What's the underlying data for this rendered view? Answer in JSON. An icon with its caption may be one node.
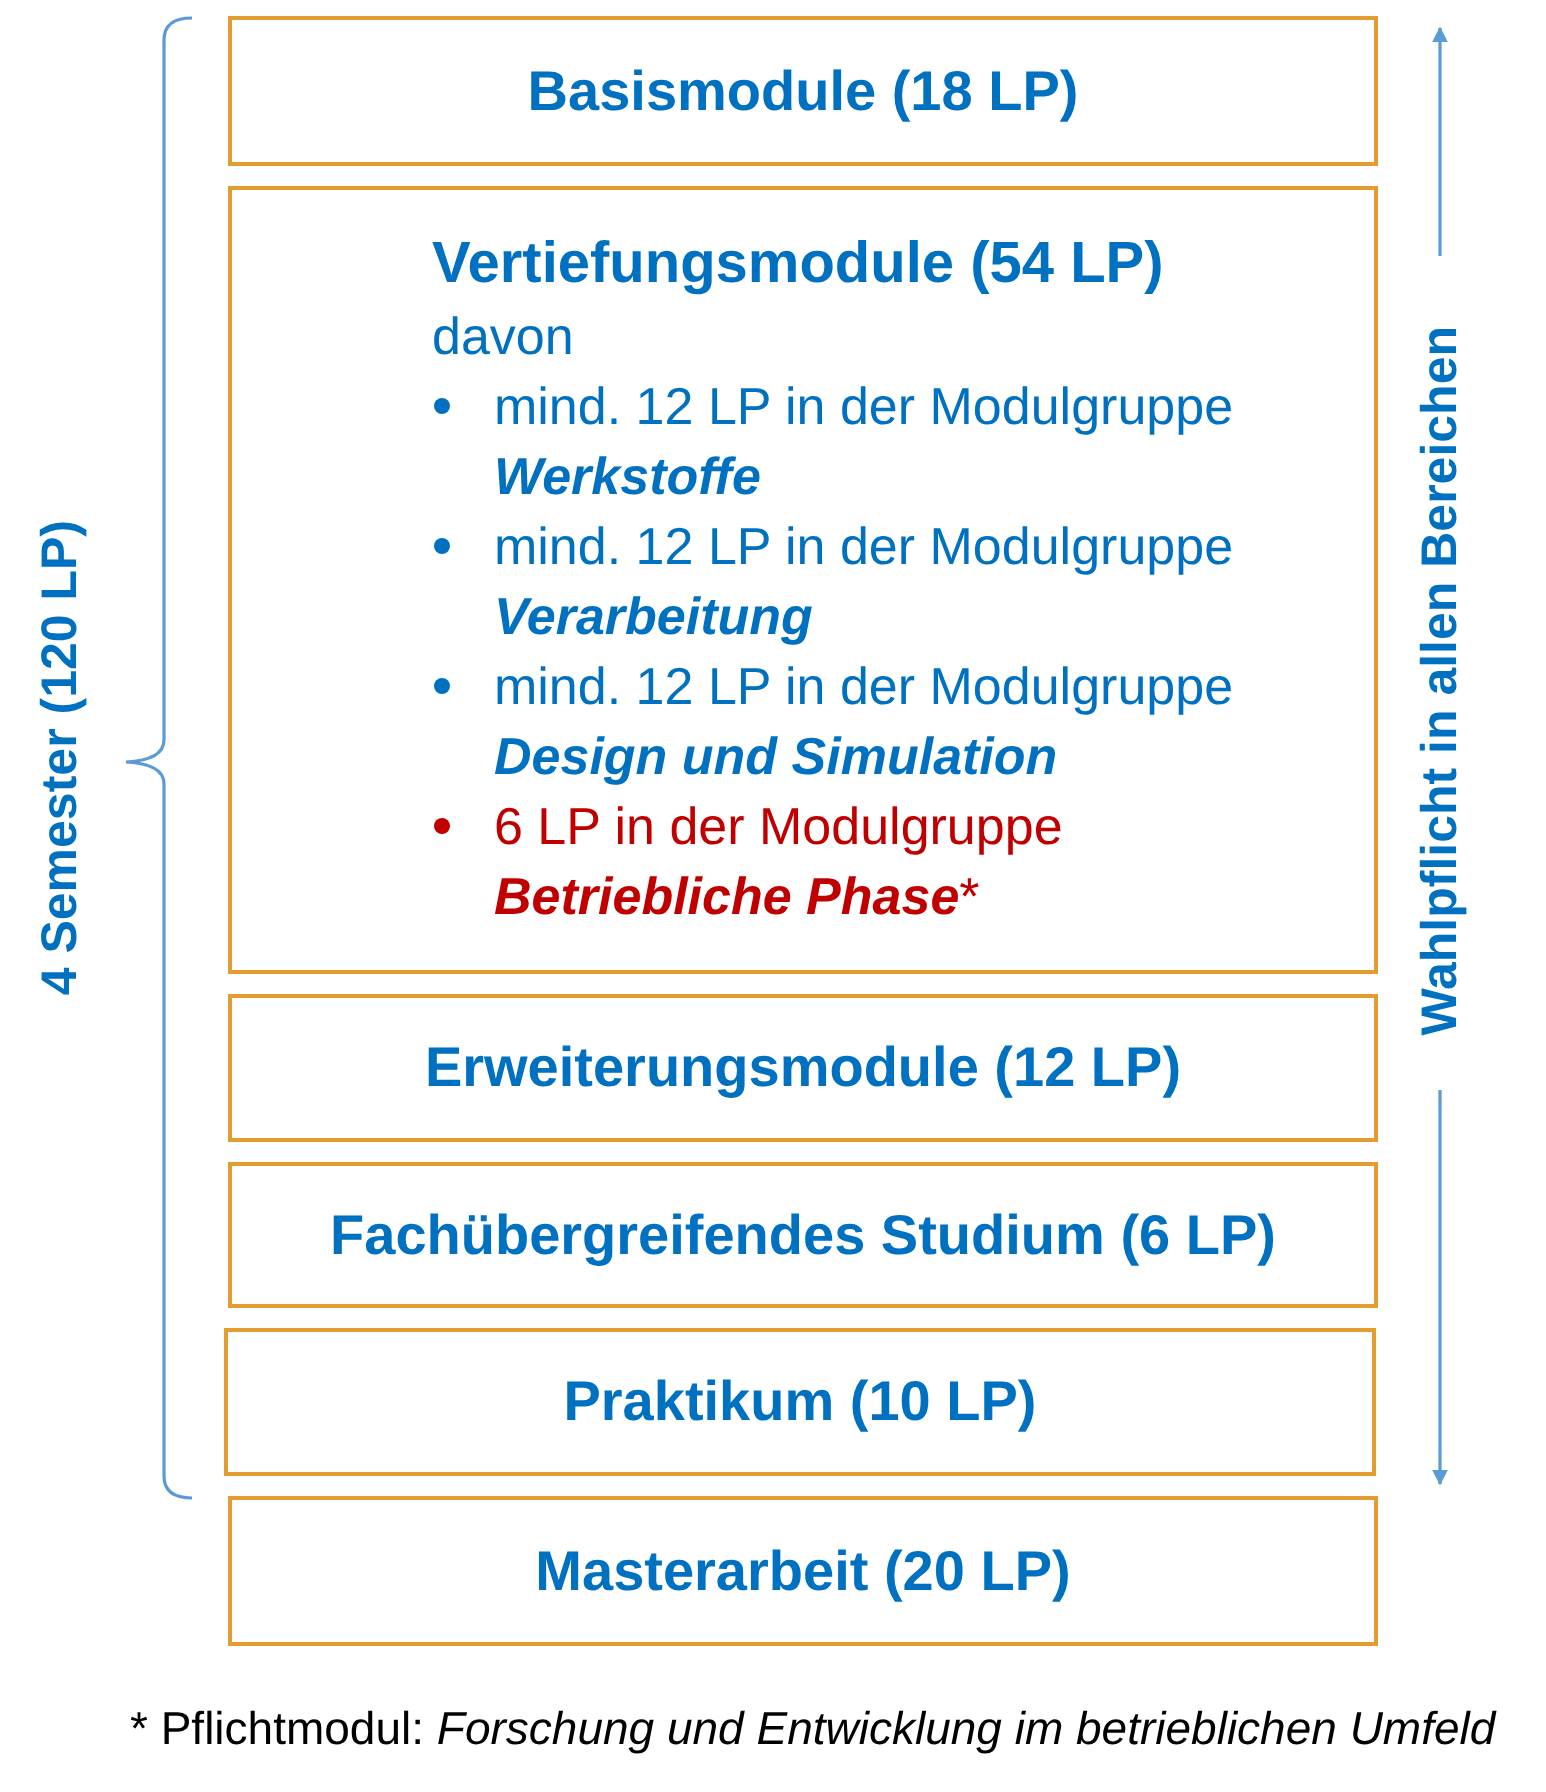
{
  "diagram": {
    "nodes": [
      {
        "text": [
          "Basismodule (18 LP)"
        ]
      },
      {
        "text": [
          "Vertiefungsmodule (54 LP)",
          "davon",
          "mind. 12 LP in der Modulgruppe **Werkstoffe**",
          "mind. 12 LP in der Modulgruppe **Verarbeitung**",
          "mind. 12 LP in der Modulgruppe **Design und Simulation**",
          "6 LP in der Modulgruppe **Betriebliche Phase***"
        ]
      },
      {
        "text": [
          "Erweiterungsmodule (12 LP)"
        ]
      },
      {
        "text": [
          "Fachübergreifendes Studium (6 LP)"
        ]
      },
      {
        "text": [
          "Praktikum (10 LP)"
        ]
      },
      {
        "text": [
          "Masterarbeit (20 LP)"
        ]
      }
    ],
    "labels": [
      "4 Semester (120 LP)",
      "Wahlpflicht in allen Bereichen",
      "* Pflichtmodul: *Forschung und Entwicklung im betrieblichen Umfeld*"
    ]
  }
}
